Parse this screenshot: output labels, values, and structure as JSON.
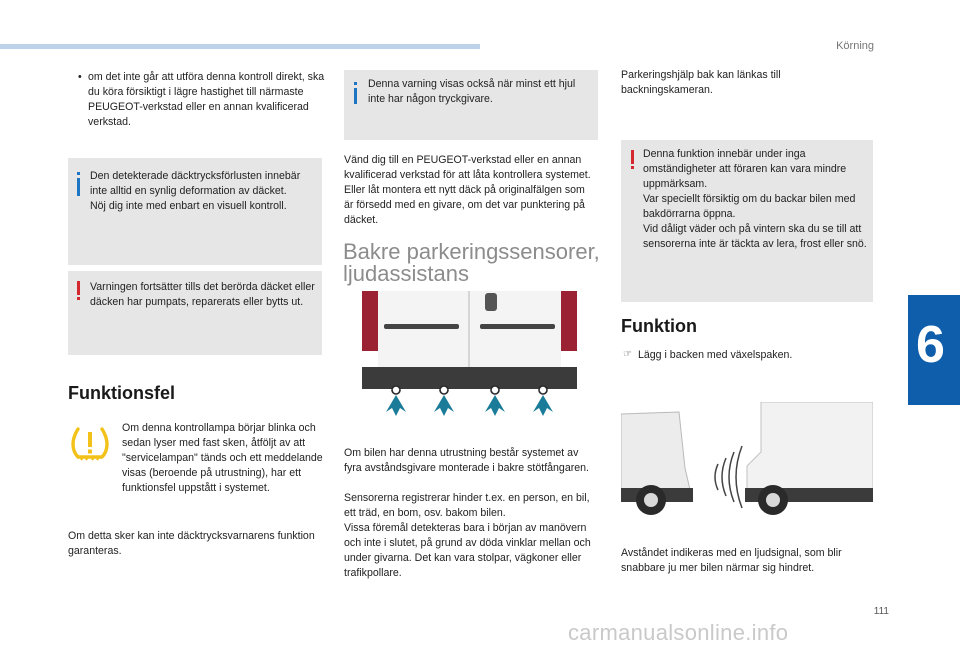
{
  "header": {
    "section": "Körning"
  },
  "chapter_number": "6",
  "page_number": "111",
  "watermark": "carmanualsonline.info",
  "col1": {
    "bullet": "om det inte går att utföra denna kontroll direkt, ska du köra försiktigt i lägre hastighet till närmaste PEUGEOT-verkstad eller en annan kvalificerad verkstad.",
    "info_box": {
      "line1": "Den detekterade däcktrycksförlusten innebär inte alltid en synlig deformation av däcket.",
      "line2": "Nöj dig inte med enbart en visuell kontroll."
    },
    "warning_box": "Varningen fortsätter tills det berörda däcket eller däcken har pumpats, reparerats eller bytts ut.",
    "heading": "Funktionsfel",
    "fault_text": "Om denna kontrollampa börjar blinka och sedan lyser med fast sken, åtföljt av att \"servicelampan\" tänds och ett meddelande visas (beroende på utrustning), har ett funktionsfel uppstått i systemet.",
    "closing_text": "Om detta sker kan inte däcktrycksvarnarens funktion garanteras."
  },
  "col2": {
    "info_box": "Denna varning visas också när minst ett hjul inte har någon tryckgivare.",
    "para1": "Vänd dig till en PEUGEOT-verkstad eller en annan kvalificerad verkstad för att låta kontrollera systemet. Eller låt montera ett nytt däck på originalfälgen som är försedd med en givare, om det var punktering på däcket.",
    "title": "Bakre parkeringssensorer, ljudassistans",
    "para2": "Om bilen har denna utrustning består systemet av fyra avståndsgivare monterade i bakre stötfångaren.",
    "para3": "Sensorerna registrerar hinder t.ex. en person, en bil, ett träd, en bom, osv. bakom bilen.",
    "para4": "Vissa föremål detekteras bara i början av manövern och inte i slutet, på grund av döda vinklar mellan och under givarna. Det kan vara stolpar, vägkoner eller trafikpollare."
  },
  "col3": {
    "para1": "Parkeringshjälp bak kan länkas till backningskameran.",
    "warning_box": "Denna funktion innebär under inga omständigheter att föraren kan vara mindre uppmärksam.\nVar speciellt försiktig om du backar bilen med bakdörrarna öppna.\nVid dåligt väder och på vintern ska du se till att sensorerna inte är täckta av lera, frost eller snö.",
    "heading": "Funktion",
    "step": "Lägg i backen med växelspaken.",
    "step_bullet": "☞",
    "closing_text": "Avståndet indikeras med en ljudsignal, som blir snabbare ju mer bilen närmar sig hindret."
  },
  "colors": {
    "accent_blue": "#1d75c3",
    "warning_red": "#d3282f",
    "box_gray": "#e6e6e6",
    "chapter_tab": "#0e5eab",
    "warning_yellow": "#f2c21b"
  }
}
